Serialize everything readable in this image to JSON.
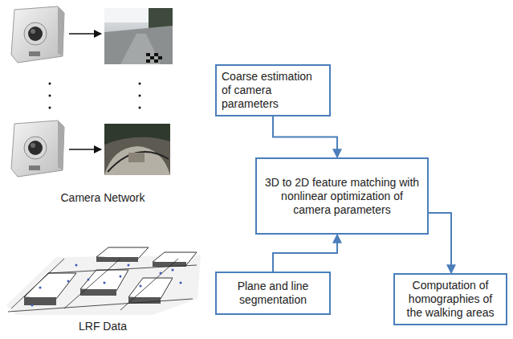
{
  "diagram": {
    "nodes": [
      {
        "text": [
          "Coarse estimation of camera parameters"
        ]
      },
      {
        "text": [
          "3D to 2D feature matching with nonlinear optimization of camera parameters"
        ]
      },
      {
        "text": [
          "Plane and line segmentation"
        ]
      },
      {
        "text": [
          "Computation of homographies of the walking areas"
        ]
      }
    ],
    "edges": [
      {
        "from": 0,
        "to": 1,
        "arrow": "to"
      },
      {
        "from": 2,
        "to": 1,
        "arrow": "to"
      },
      {
        "from": 1,
        "to": 3,
        "arrow": "to"
      }
    ],
    "labels": [
      "Camera Network",
      "LRF Data"
    ]
  }
}
